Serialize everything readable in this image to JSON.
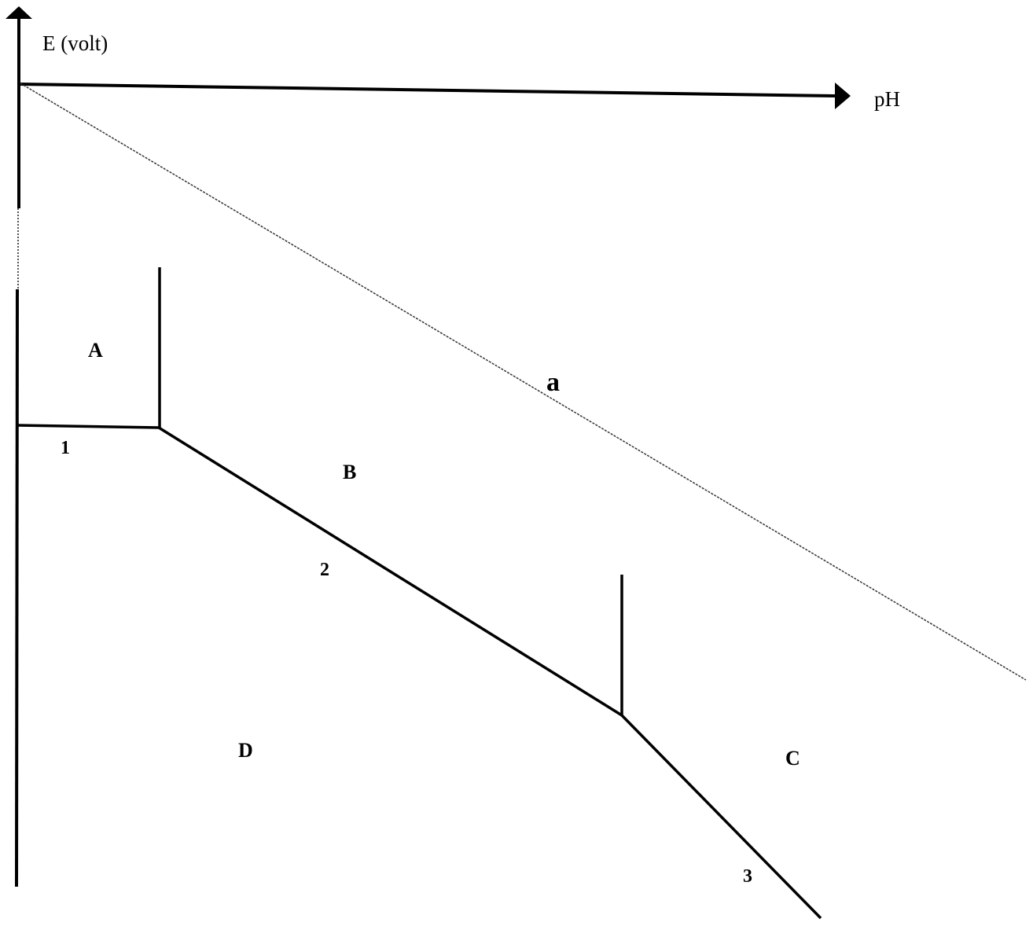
{
  "diagram": {
    "type": "Pourbaix (E-pH) diagram",
    "y_axis_label": "E (volt)",
    "x_axis_label": "pH",
    "regions": [
      "A",
      "B",
      "C",
      "D"
    ],
    "boundary_labels": [
      "1",
      "2",
      "3"
    ],
    "reference_line_label": "a",
    "line_color": "#000000"
  }
}
